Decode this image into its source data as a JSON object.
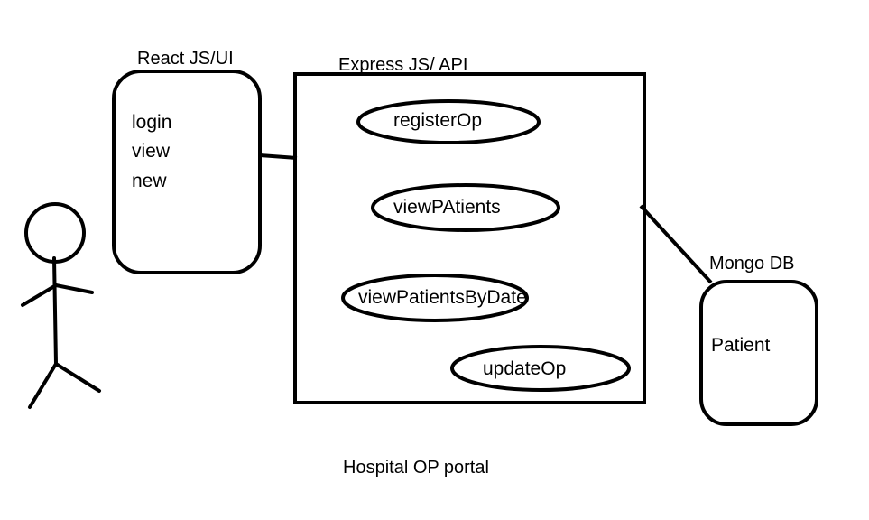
{
  "ui_box": {
    "title": "React JS/UI",
    "items": [
      "login",
      "view",
      "new"
    ]
  },
  "api_box": {
    "title": "Express JS/ API",
    "operations": [
      "registerOp",
      "viewPAtients",
      "viewPatientsByDate",
      "updateOp"
    ]
  },
  "db_box": {
    "title": "Mongo DB",
    "collection": "Patient"
  },
  "caption": "Hospital OP portal",
  "stroke_color": "#000000"
}
